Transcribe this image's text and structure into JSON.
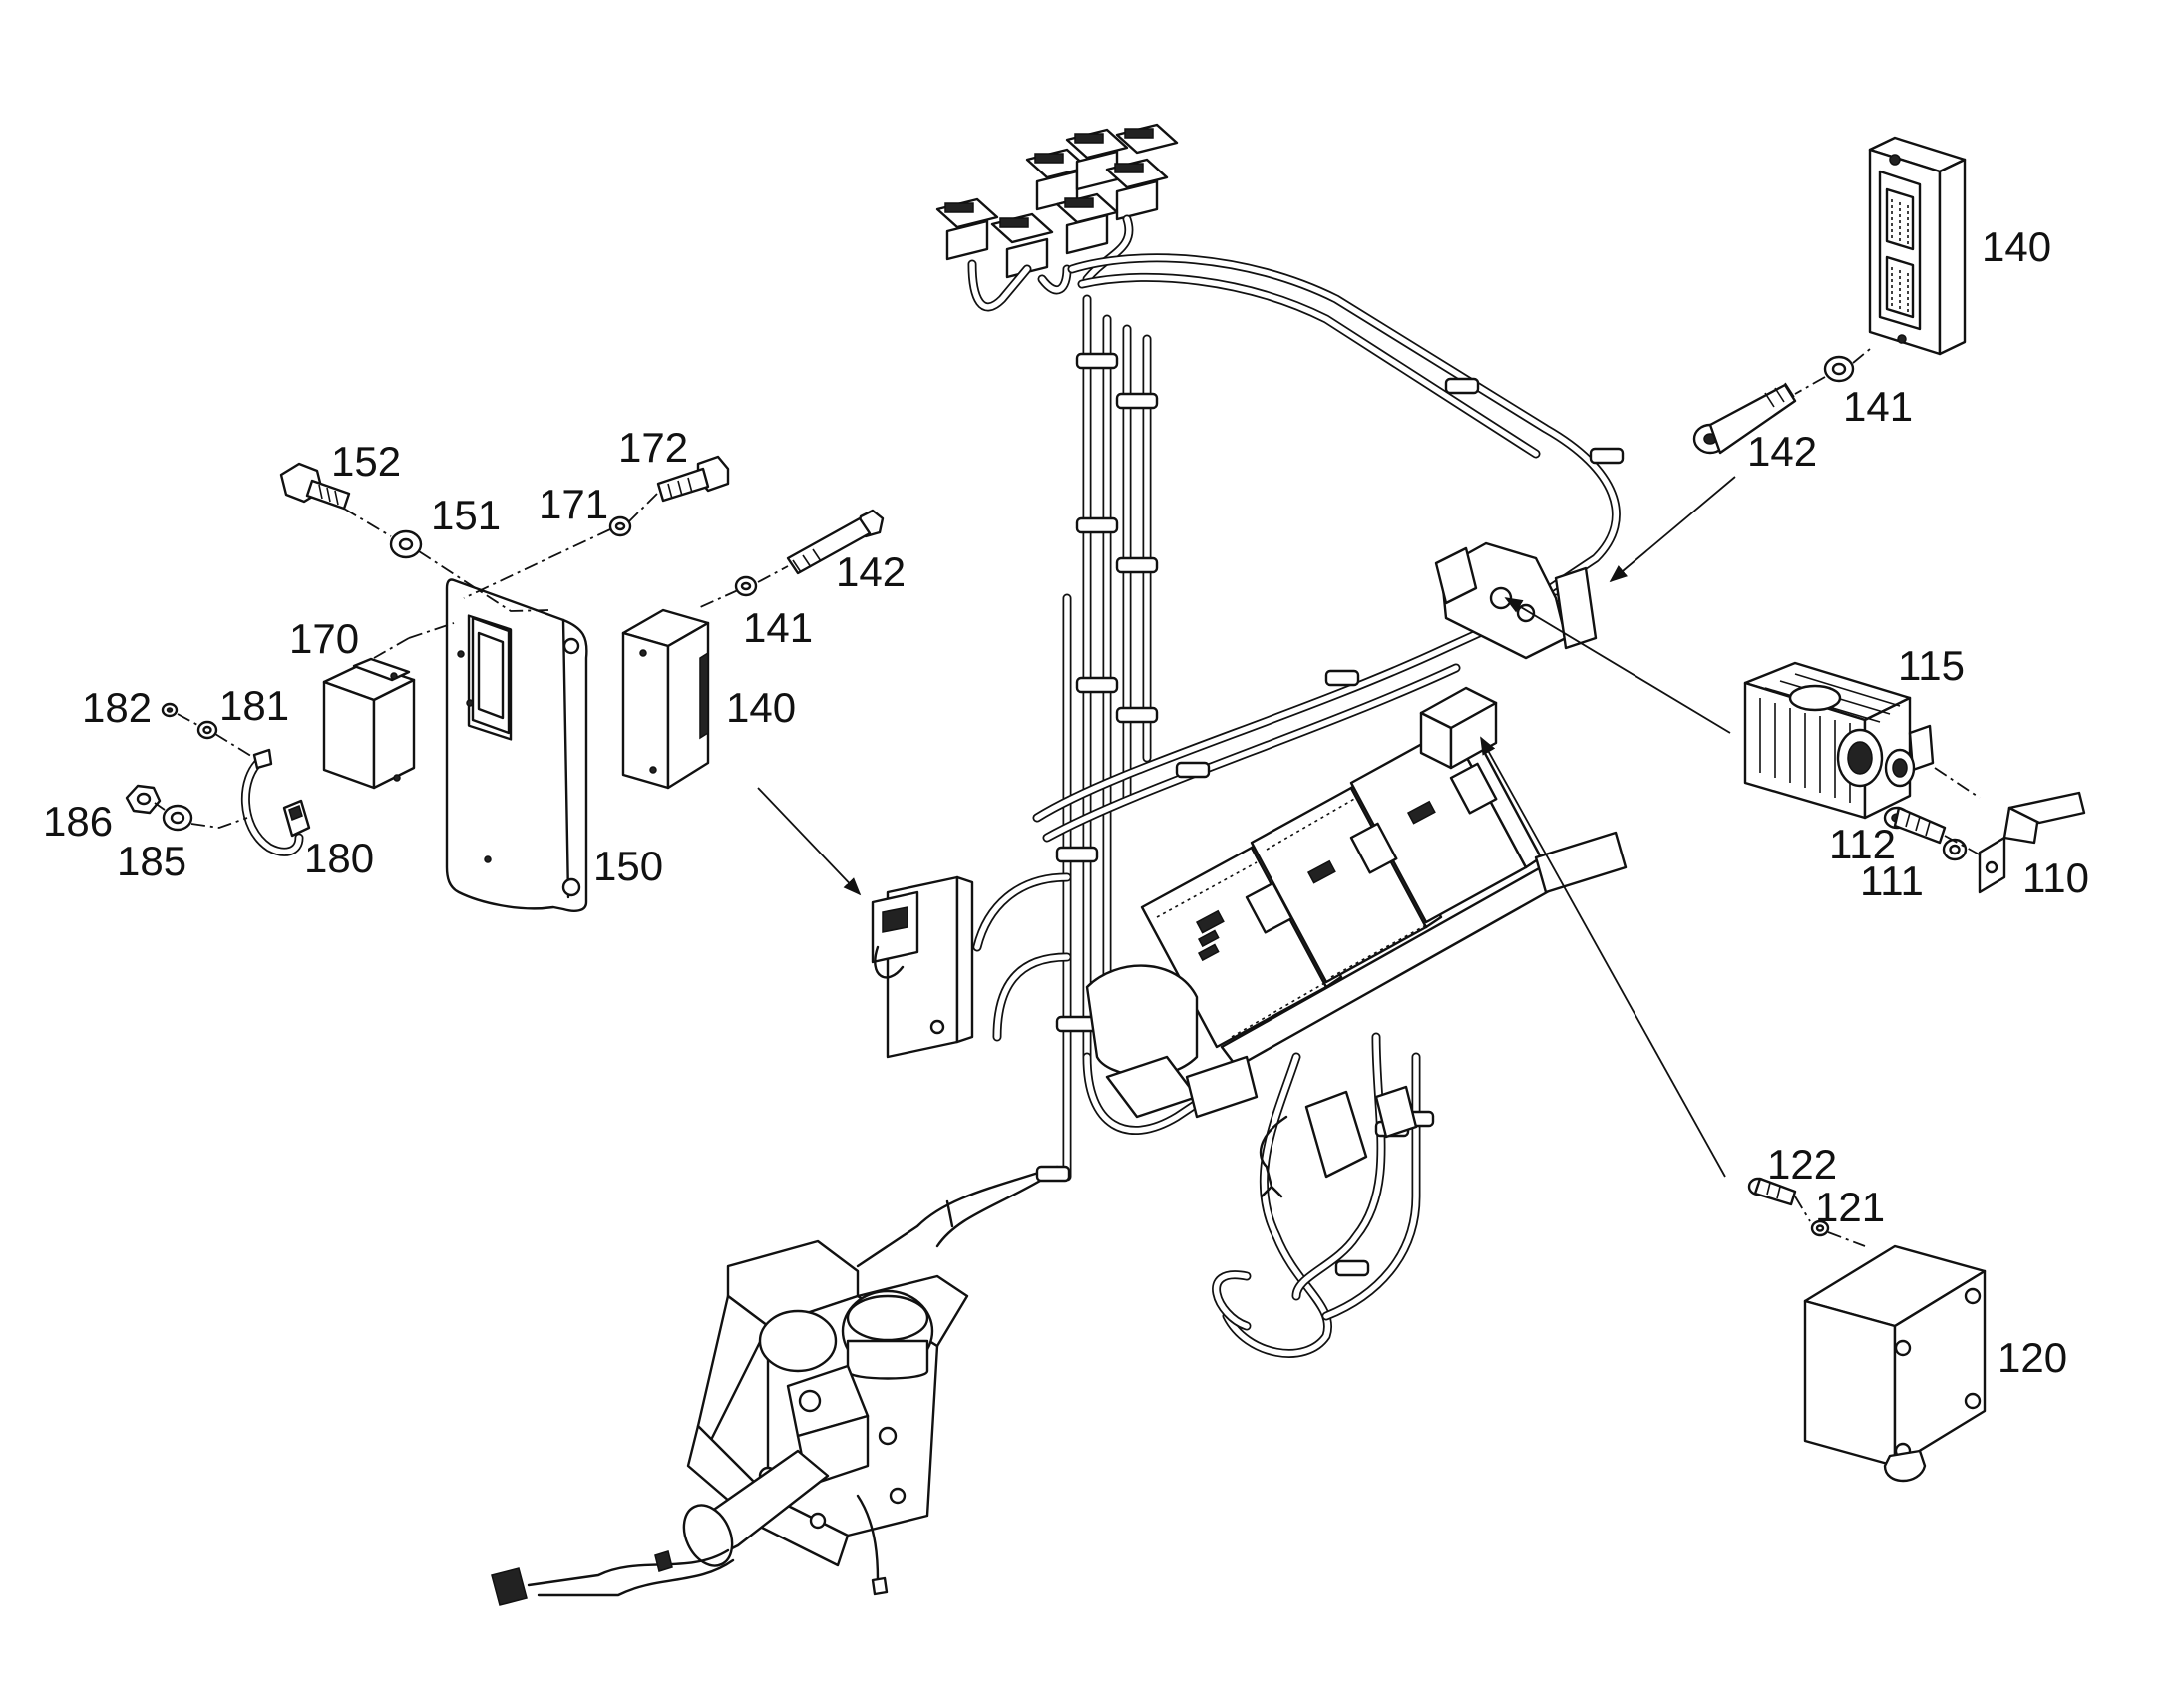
{
  "labels": {
    "p110": "110",
    "p111": "111",
    "p112": "112",
    "p115": "115",
    "p120": "120",
    "p121": "121",
    "p122": "122",
    "p140a": "140",
    "p141a": "141",
    "p142a": "142",
    "p140b": "140",
    "p141b": "141",
    "p142b": "142",
    "p150": "150",
    "p151": "151",
    "p152": "152",
    "p170": "170",
    "p171": "171",
    "p172": "172",
    "p180": "180",
    "p181": "181",
    "p182": "182",
    "p185": "185",
    "p186": "186"
  }
}
